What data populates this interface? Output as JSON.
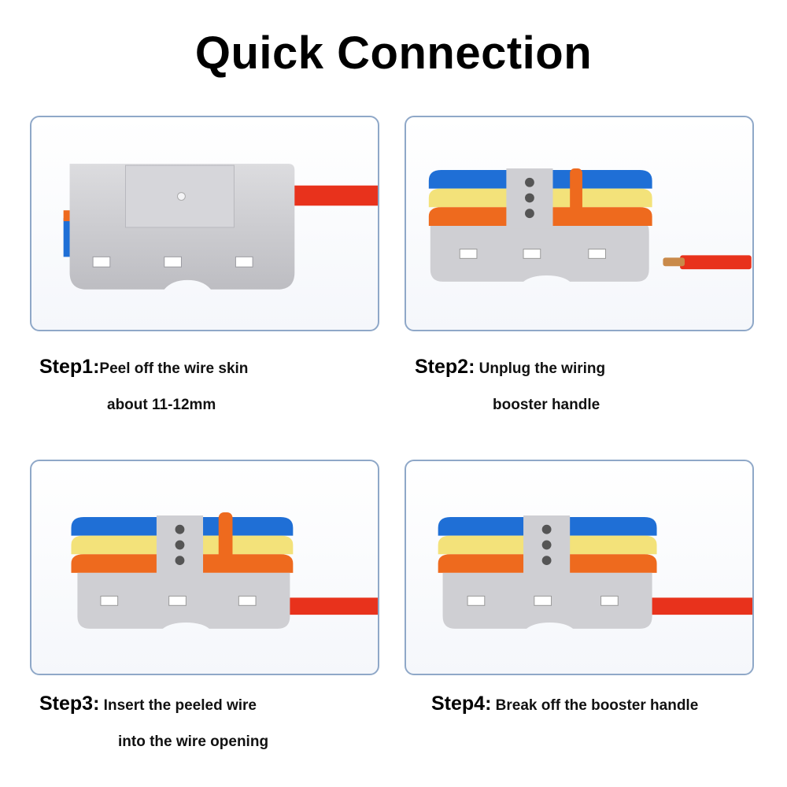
{
  "title": "Quick Connection",
  "colors": {
    "housing": "#cfcfd3",
    "lever_blue": "#1f6fd6",
    "lever_yellow": "#f3e27a",
    "lever_orange": "#ee6a1e",
    "wire_red": "#e8321c",
    "copper": "#c98a4a",
    "panel_border": "#8fa8c8"
  },
  "steps": [
    {
      "label": "Step1:",
      "line1": "Peel off the wire skin",
      "line2": "about 11-12mm"
    },
    {
      "label": "Step2:",
      "line1": " Unplug the wiring",
      "line2": "booster handle"
    },
    {
      "label": "Step3:",
      "line1": " Insert the peeled wire",
      "line2": "into the wire opening"
    },
    {
      "label": "Step4:",
      "line1": " Break off the booster handle",
      "line2": ""
    }
  ]
}
